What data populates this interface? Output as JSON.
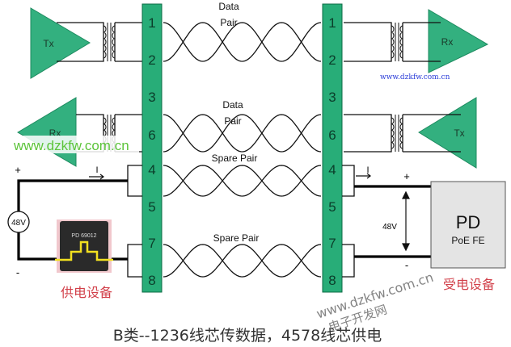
{
  "left_pins": [
    "1",
    "2",
    "3",
    "6",
    "4",
    "5",
    "7",
    "8"
  ],
  "right_pins": [
    "1",
    "2",
    "3",
    "6",
    "4",
    "5",
    "7",
    "8"
  ],
  "pair_labels": {
    "data_pair_1": [
      "Data",
      "Pair"
    ],
    "data_pair_2": [
      "Data",
      "Pair"
    ],
    "spare_pair_1": "Spare Pair",
    "spare_pair_2": "Spare Pair"
  },
  "amplifiers": {
    "left_top": "Tx",
    "left_bottom": "Rx",
    "right_top": "Rx",
    "right_bottom": "Tx"
  },
  "pse": {
    "voltage": "48V",
    "plus": "+",
    "minus": "-",
    "current": "I",
    "label": "供电设备",
    "chip_text": "PD 69012"
  },
  "pd": {
    "title": "PD",
    "subtitle": "PoE FE",
    "plus": "+",
    "minus": "-",
    "current": "I",
    "voltage": "48V",
    "label": "受电设备"
  },
  "watermarks": {
    "blue": "www.dzkfw.com.cn",
    "green": "www.dzkfw.com.cn",
    "diagonal_url": "www.dzkfw.com.cn",
    "diagonal_name": "电子开发网"
  },
  "caption": "B类--1236线芯传数据，4578线芯供电",
  "colors": {
    "connector": "#28ad78",
    "amplifier": "#33b07f",
    "label_red": "#d2404a",
    "watermark_green": "#5cc43a",
    "watermark_blue": "#2a3cd8"
  }
}
